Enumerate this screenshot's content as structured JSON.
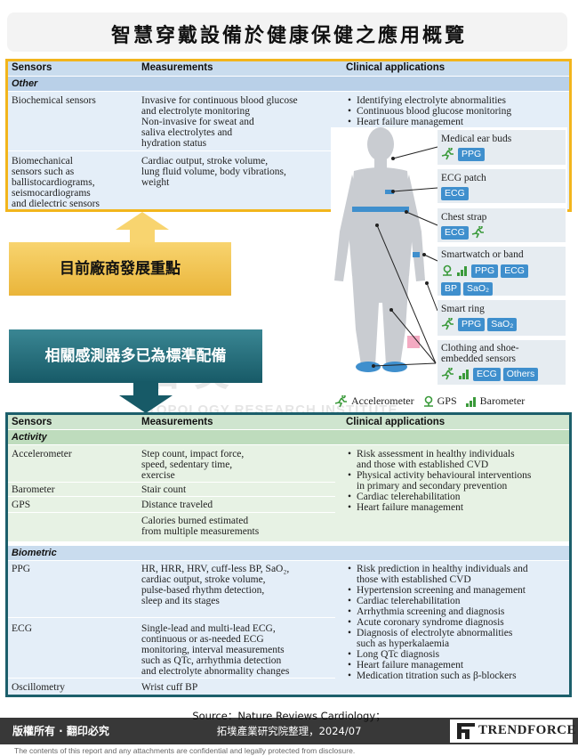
{
  "title": "智慧穿戴設備於健康保健之應用概覽",
  "headers": {
    "sensors": "Sensors",
    "measurements": "Measurements",
    "clinical": "Clinical applications"
  },
  "top_table": {
    "section": "Other",
    "rows": [
      {
        "sensor": "Biochemical sensors",
        "measurement": "Invasive for continuous blood glucose\nand electrolyte monitoring\nNon-invasive for sweat and\nsaliva electrolytes and\nhydration status",
        "clinical": [
          "Identifying electrolyte abnormalities",
          "Continuous blood glucose monitoring",
          "Heart failure management"
        ]
      },
      {
        "sensor": "Biomechanical\nsensors such as\nballistocardiograms,\nseismocardiograms\nand dielectric sensors",
        "measurement": "Cardiac output, stroke volume,\nlung fluid volume, body vibrations,\nweight",
        "clinical": []
      }
    ]
  },
  "devices": [
    {
      "label": "Medical ear buds",
      "chips": [
        "PPG"
      ],
      "icons": [
        "accelerometer-icon"
      ]
    },
    {
      "label": "ECG patch",
      "chips": [
        "ECG"
      ],
      "icons": []
    },
    {
      "label": "Chest strap",
      "chips": [
        "ECG"
      ],
      "icons": [
        "accelerometer-icon"
      ]
    },
    {
      "label": "Smartwatch or band",
      "chips": [
        "PPG",
        "ECG",
        "BP",
        "SaO₂"
      ],
      "icons": [
        "gps-icon",
        "barometer-icon"
      ]
    },
    {
      "label": "Smart ring",
      "chips": [
        "PPG",
        "SaO₂"
      ],
      "icons": [
        "accelerometer-icon"
      ]
    },
    {
      "label": "Clothing and shoe-\nembedded sensors",
      "chips": [
        "ECG",
        "Others"
      ],
      "icons": [
        "accelerometer-icon",
        "barometer-icon"
      ]
    }
  ],
  "legend": {
    "accelerometer": "Accelerometer",
    "gps": "GPS",
    "barometer": "Barometer"
  },
  "arrow_up_label": "目前廠商發展重點",
  "arrow_down_label": "相關感測器多已為標準配備",
  "bottom_table": {
    "activity": {
      "section": "Activity",
      "rows": [
        {
          "sensor": "Accelerometer",
          "measurement": "Step count, impact force,\nspeed, sedentary time,\nexercise"
        },
        {
          "sensor": "Barometer",
          "measurement": "Stair count"
        },
        {
          "sensor": "GPS",
          "measurement": "Distance traveled"
        },
        {
          "sensor": "",
          "measurement": "Calories burned estimated\nfrom multiple measurements"
        }
      ],
      "clinical": [
        "Risk assessment in healthy individuals\nand those with established CVD",
        "Physical activity behavioural interventions\nin primary and secondary prevention",
        "Cardiac telerehabilitation",
        "Heart failure management"
      ]
    },
    "biometric": {
      "section": "Biometric",
      "rows": [
        {
          "sensor": "PPG",
          "measurement": "HR, HRR, HRV, cuff-less BP, SaO₂,\ncardiac output, stroke volume,\npulse-based rhythm detection,\nsleep and its stages"
        },
        {
          "sensor": "ECG",
          "measurement": "Single-lead and multi-lead ECG,\ncontinuous or as-needed ECG\nmonitoring, interval measurements\nsuch as QTc, arrhythmia detection\nand electrolyte abnormality changes"
        },
        {
          "sensor": "Oscillometry",
          "measurement": "Wrist cuff BP"
        }
      ],
      "clinical": [
        "Risk prediction in healthy individuals and\nthose with established CVD",
        "Hypertension screening and management",
        "Cardiac telerehabilitation",
        "Arrhythmia screening and diagnosis",
        "Acute coronary syndrome diagnosis",
        "Diagnosis of electrolyte abnormalities\nsuch as hyperkalaemia",
        "Long QTc diagnosis",
        "Heart failure management",
        "Medication titration such as β-blockers"
      ]
    }
  },
  "watermark": "拓墣",
  "watermark_sub": "TOPOLOGY RESEARCH INSTITUTE",
  "footer": {
    "rights": "版權所有 · 翻印必究",
    "source_line1": "Source：Nature Reviews Cardiology；",
    "source_line2": "拓墣產業研究院整理，2024/07",
    "logo": "TRENDFORCE",
    "disclaimer": "The contents of this report and any attachments are confidential and legally protected from disclosure."
  }
}
